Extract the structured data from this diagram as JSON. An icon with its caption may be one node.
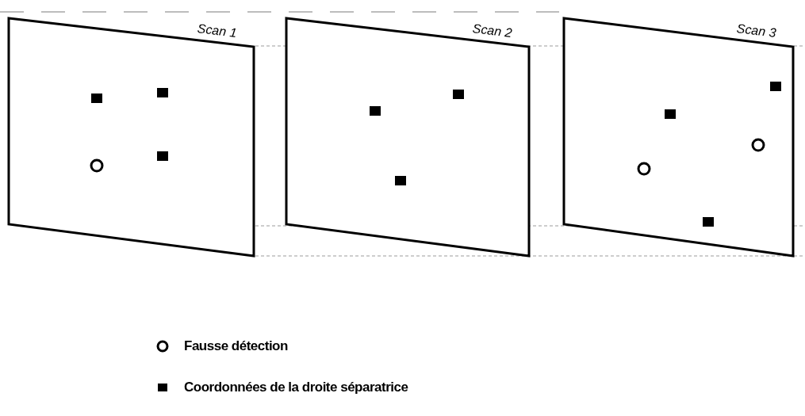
{
  "diagram": {
    "nodes": [
      {
        "text": [
          "Scan 1"
        ]
      },
      {
        "text": [
          "Scan 2"
        ]
      },
      {
        "text": [
          "Scan 3"
        ]
      }
    ],
    "edges": [],
    "legend": [
      {
        "text": "Fausse détection"
      },
      {
        "text": "Coordonnées de la droite séparatrice"
      }
    ]
  }
}
